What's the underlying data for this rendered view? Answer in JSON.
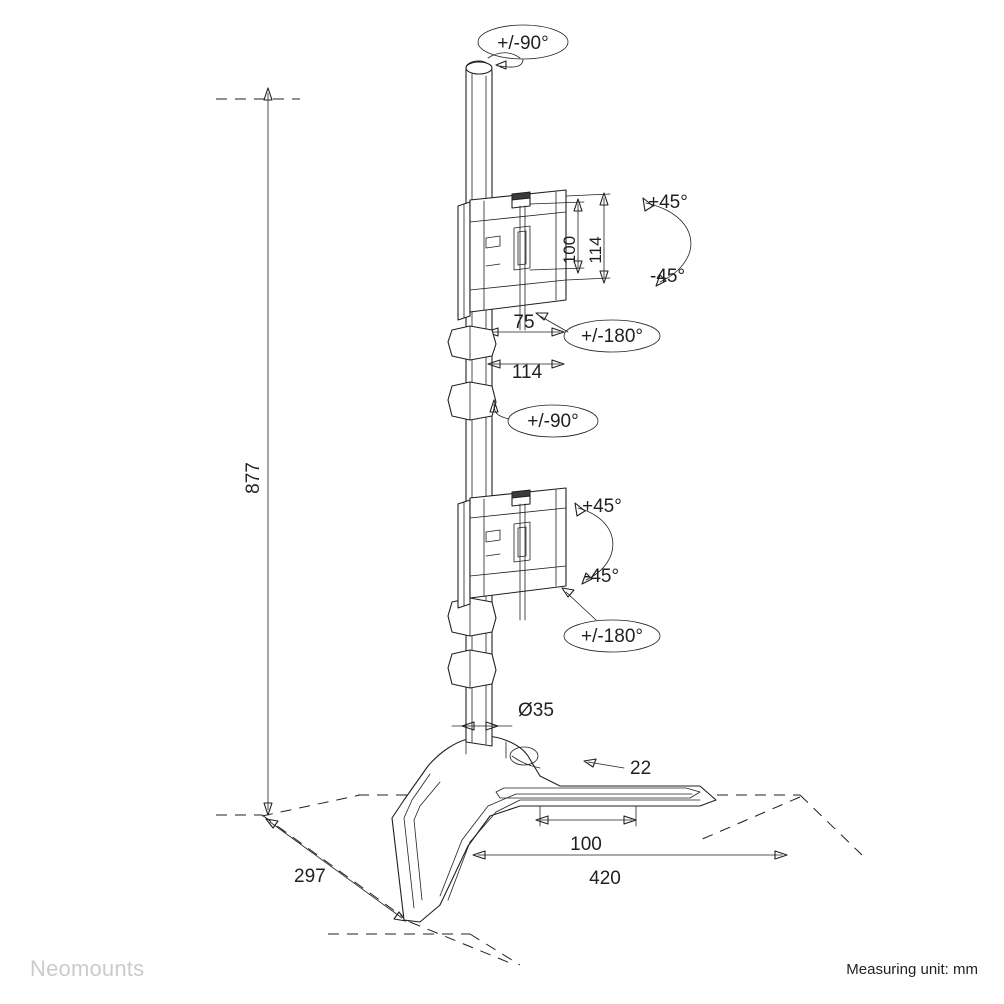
{
  "meta": {
    "brand": "Neomounts",
    "unit_note": "Measuring unit: mm"
  },
  "diagram": {
    "title": "Dual vertical monitor desk stand technical drawing",
    "labels": {
      "top_rotation": "+/-90°",
      "upper_tilt_plus": "+45°",
      "upper_tilt_minus": "-45°",
      "upper_vesa_100": "100",
      "upper_vesa_114": "114",
      "upper_swivel": "+/-180°",
      "width_75": "75",
      "height_114": "114",
      "mid_rotation": "+/-90°",
      "lower_tilt_plus": "+45°",
      "lower_tilt_minus": "-45°",
      "lower_swivel": "+/-180°",
      "pole_diameter": "Ø35",
      "total_height": "877",
      "base_depth": "297",
      "base_thickness": "22",
      "base_inner": "100",
      "base_width": "420"
    }
  }
}
